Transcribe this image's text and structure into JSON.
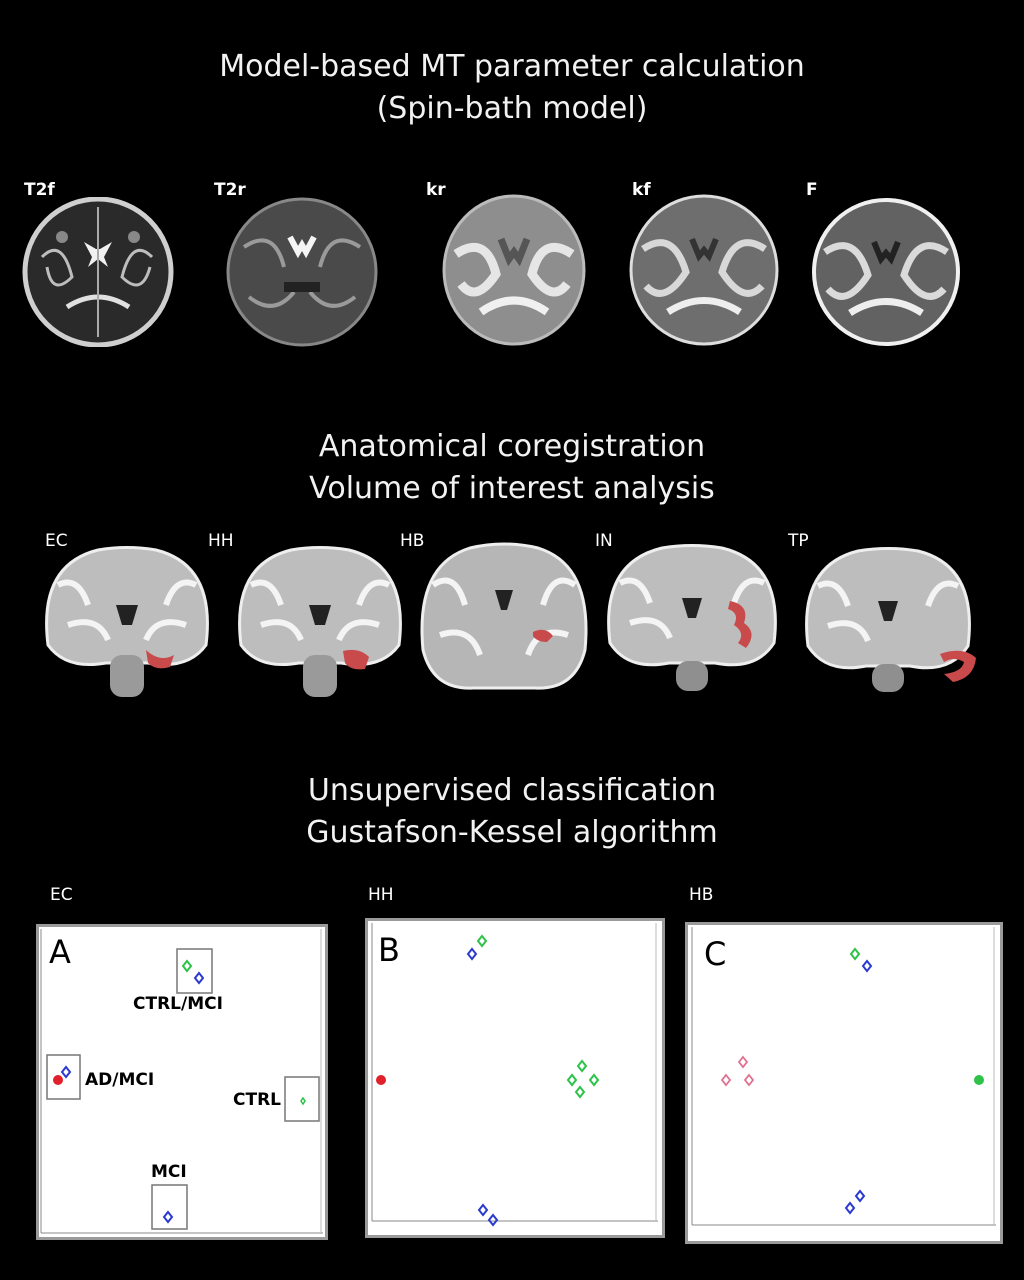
{
  "heading1": [
    "Model-based MT parameter calculation",
    "(Spin-bath model)"
  ],
  "heading2": [
    "Anatomical coregistration",
    "Volume of interest analysis"
  ],
  "heading3": [
    "Unsupervised classification",
    "Gustafson-Kessel algorithm"
  ],
  "axial_maps": [
    "T2f",
    "T2r",
    "kr",
    "kf",
    "F"
  ],
  "coronal_regions": [
    "EC",
    "HH",
    "HB",
    "IN",
    "TP"
  ],
  "cluster_panels": [
    {
      "region": "EC",
      "letter": "A",
      "groups": [
        "CTRL/MCI",
        "AD/MCI",
        "CTRL",
        "MCI"
      ]
    },
    {
      "region": "HH",
      "letter": "B"
    },
    {
      "region": "HB",
      "letter": "C"
    }
  ],
  "colors": {
    "background": "#000000",
    "roi_red": "#c84a4a",
    "cluster_red": "#e0202a",
    "cluster_green": "#2ec24a",
    "cluster_blue": "#2a3ad0",
    "cluster_pink": "#e07090"
  }
}
